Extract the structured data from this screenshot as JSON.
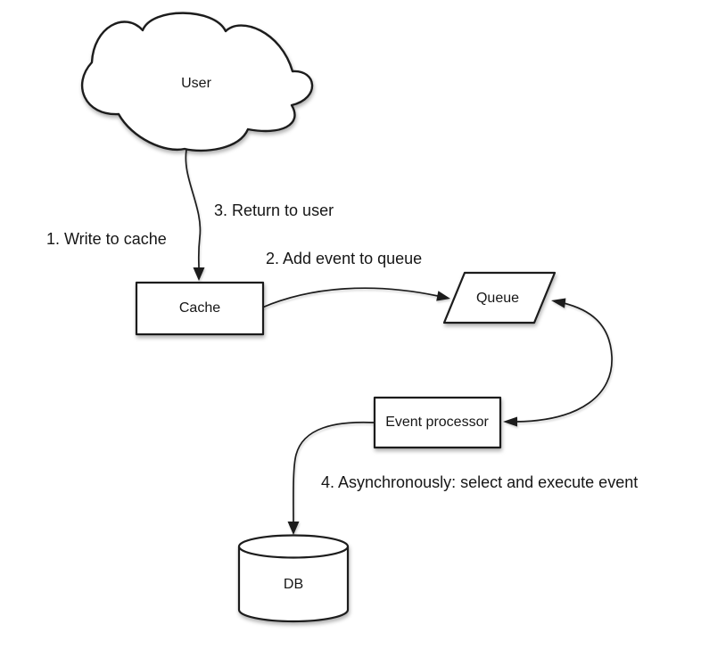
{
  "diagram": {
    "background": "#ffffff",
    "stroke_color": "#1c1c1c",
    "text_color": "#161616",
    "nodes": {
      "user": {
        "label": "User",
        "shape": "cloud"
      },
      "cache": {
        "label": "Cache",
        "shape": "rectangle"
      },
      "queue": {
        "label": "Queue",
        "shape": "parallelogram"
      },
      "event_processor": {
        "label": "Event processor",
        "shape": "rectangle"
      },
      "db": {
        "label": "DB",
        "shape": "cylinder"
      }
    },
    "steps": {
      "step1": "1. Write to cache",
      "step2": "2. Add event to queue",
      "step3": "3. Return to user",
      "step4": "4. Asynchronously: select and execute event"
    },
    "edges": [
      {
        "from": "user",
        "to": "cache",
        "style": "arrow"
      },
      {
        "from": "cache",
        "to": "queue",
        "style": "arrow"
      },
      {
        "from": "queue",
        "to": "event_processor",
        "style": "double-arrow"
      },
      {
        "from": "event_processor",
        "to": "db",
        "style": "arrow"
      }
    ]
  }
}
